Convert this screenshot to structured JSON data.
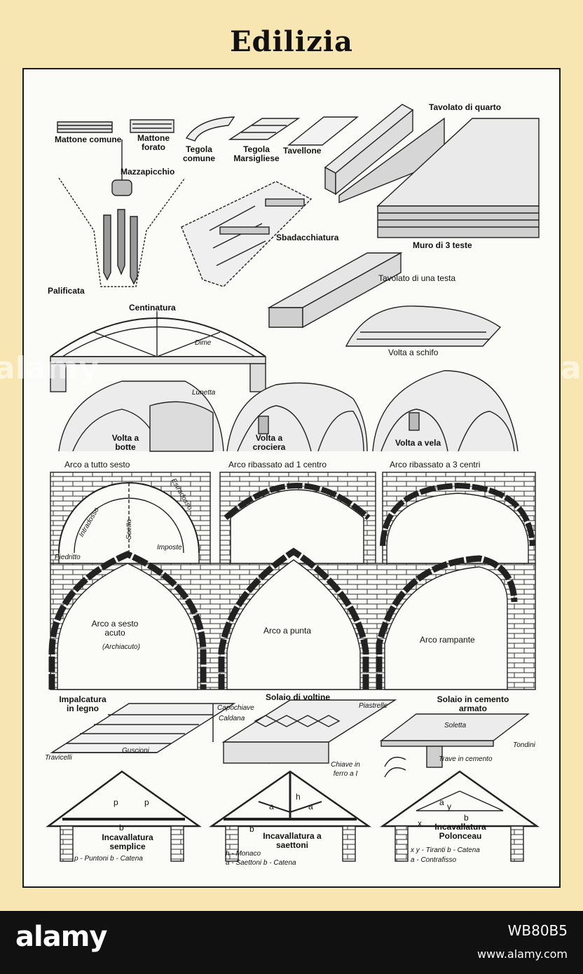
{
  "title": "Edilizia",
  "labels": {
    "mattone_comune": "Mattone comune",
    "mattone_forato": "Mattone forato",
    "tegola_comune": "Tegola comune",
    "tegola_marsigliese": "Tegola Marsigliese",
    "tavellone": "Tavellone",
    "tavolato_quarto": "Tavolato di quarto",
    "mazzapicchio": "Mazzapicchio",
    "sbadacchiatura": "Sbadacchiatura",
    "muro_3_teste": "Muro di 3 teste",
    "palificata": "Palificata",
    "tavolato_una_testa": "Tavolato di una testa",
    "centinatura": "Centinatura",
    "dime": "Dime",
    "volta_schifo": "Volta a schifo",
    "lunetta": "Lunetta",
    "volta_botte": "Volta a botte",
    "volta_crociera": "Volta a crociera",
    "volta_vela": "Volta a vela",
    "arco_tutto_sesto": "Arco a tutto sesto",
    "arco_ribassato_1": "Arco ribassato ad 1 centro",
    "arco_ribassato_3": "Arco ribassato a 3 centri",
    "estradosso": "Estradosso",
    "intradosso": "Intradosso",
    "saetta": "Saetta",
    "imposte": "Imposte",
    "piedritto": "Piedritto",
    "arco_sesto_acuto": "Arco a sesto acuto",
    "archiacuto": "(Archiacuto)",
    "arco_punta": "Arco a punta",
    "arco_rampante": "Arco rampante",
    "impalcatura": "Impalcatura in legno",
    "capochiave": "Capochiave",
    "caldana": "Caldana",
    "travicelli": "Travicelli",
    "guscioni": "Guscioni",
    "solaio_voltine": "Solaio di voltine",
    "piastrelle": "Piastrelle",
    "chiave_ferro": "Chiave in ferro a I",
    "solaio_cemento": "Solaio in cemento armato",
    "soletta": "Soletta",
    "tondini": "Tondini",
    "trave_cemento": "Trave in cemento",
    "incav_semplice": "Incavallatura semplice",
    "incav_semplice_legend": "p - Puntoni   b - Catena",
    "incav_saettoni": "Incavallatura a saettoni",
    "incav_saettoni_legend1": "h - Monaco",
    "incav_saettoni_legend2": "a - Saettoni   b - Catena",
    "incav_polonceau": "Incavallatura Polonceau",
    "incav_polonceau_legend1": "x y - Tiranti   b - Catena",
    "incav_polonceau_legend2": "a - Contrafisso",
    "letter_p": "p",
    "letter_b": "b",
    "letter_h": "h",
    "letter_a": "a",
    "letter_x": "x",
    "letter_y": "y"
  },
  "footer": {
    "brand": "alamy",
    "image_id": "WB80B5",
    "url": "www.alamy.com"
  },
  "colors": {
    "background": "#f8e6b2",
    "plate": "#fbfbf7",
    "ink": "#111111",
    "footer": "#111111"
  }
}
